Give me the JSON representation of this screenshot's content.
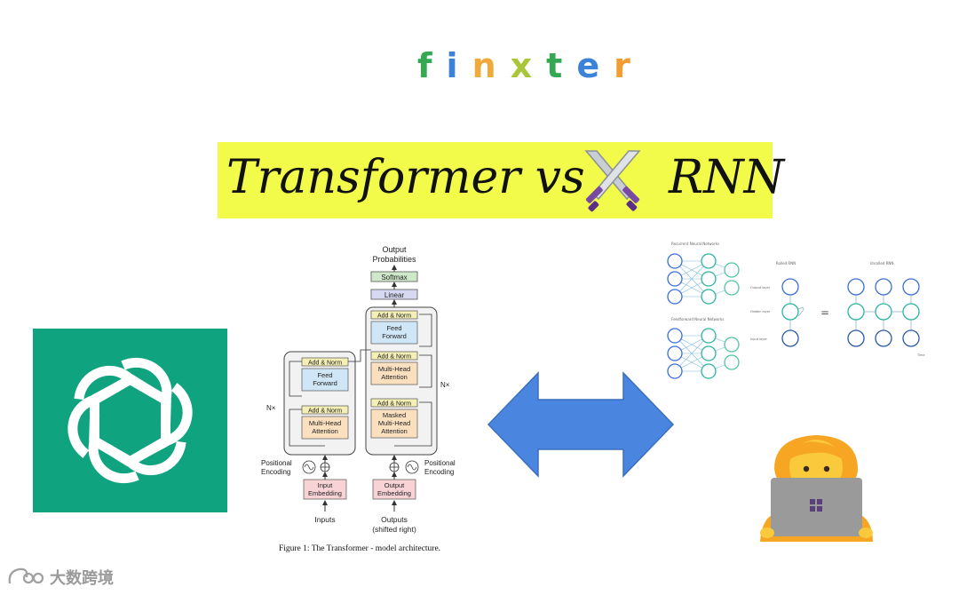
{
  "logo": {
    "letters": [
      "f",
      "i",
      "n",
      "x",
      "t",
      "e",
      "r"
    ],
    "colors": [
      "#34a853",
      "#3b82d9",
      "#f2a93b",
      "#a9c63b",
      "#34a853",
      "#3b82d9",
      "#f39c32"
    ]
  },
  "title": {
    "left": "Transformer vs",
    "right": "RNN",
    "icon": "crossed-swords-icon",
    "banner_color": "#f3fb4a"
  },
  "openai": {
    "icon": "openai-logo-icon",
    "color": "#10a37f"
  },
  "transformer_figure": {
    "output_probabilities": [
      "Output",
      "Probabilities"
    ],
    "softmax": "Softmax",
    "linear": "Linear",
    "add_norm": "Add & Norm",
    "feed_forward": [
      "Feed",
      "Forward"
    ],
    "multi_head_attention": [
      "Multi-Head",
      "Attention"
    ],
    "masked_multi_head_attention": [
      "Masked",
      "Multi-Head",
      "Attention"
    ],
    "nx": "N×",
    "positional_encoding": [
      "Positional",
      "Encoding"
    ],
    "input_embedding": [
      "Input",
      "Embedding"
    ],
    "output_embedding": [
      "Output",
      "Embedding"
    ],
    "inputs": "Inputs",
    "outputs": [
      "Outputs",
      "(shifted right)"
    ],
    "caption": "Figure 1: The Transformer - model architecture."
  },
  "arrow": {
    "icon": "double-arrow-icon",
    "color": "#4a86e0"
  },
  "rnn_figure": {
    "panel1_title": "Recurrent Neural Networks",
    "panel2_title": "Feedforward Neural Networks",
    "rolled_title": "Rolled RNN",
    "unrolled_title": "Unrolled RNN",
    "layer_labels": [
      "Output layer",
      "Hidden layer",
      "Input layer"
    ],
    "time_label": "Time",
    "equals": "="
  },
  "person": {
    "icon": "person-laptop-icon"
  },
  "watermark": {
    "text": "大数跨境",
    "icon": "watermark-logo-icon"
  }
}
